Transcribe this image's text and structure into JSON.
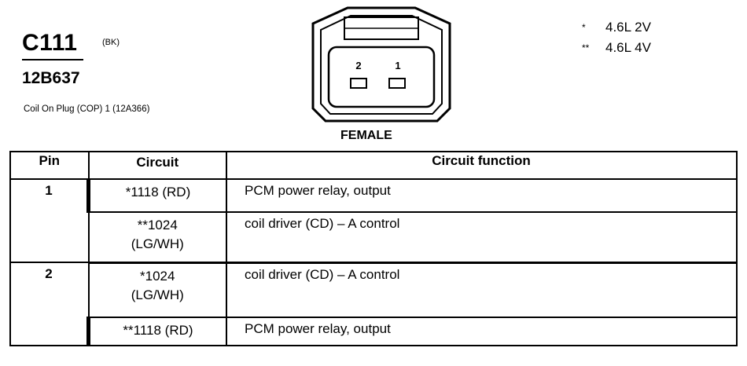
{
  "connector": {
    "id": "C111",
    "color": "(BK)",
    "part_number": "12B637",
    "description": "Coil On Plug (COP) 1 (12A366)",
    "gender_label": "FEMALE",
    "pin_labels": [
      "2",
      "1"
    ]
  },
  "legend": [
    {
      "mark": "*",
      "engine": "4.6L 2V"
    },
    {
      "mark": "**",
      "engine": "4.6L 4V"
    }
  ],
  "table": {
    "headers": [
      "Pin",
      "Circuit",
      "Circuit function"
    ],
    "rows": [
      {
        "pin": "1",
        "circuit_line1": "*1118 (RD)",
        "circuit_line2": "",
        "function": "PCM power relay, output"
      },
      {
        "pin": "",
        "circuit_line1": "**1024",
        "circuit_line2": "(LG/WH)",
        "function": "coil driver (CD) – A control"
      },
      {
        "pin": "2",
        "circuit_line1": "*1024",
        "circuit_line2": "(LG/WH)",
        "function": "coil driver (CD) – A control"
      },
      {
        "pin": "",
        "circuit_line1": "**1118 (RD)",
        "circuit_line2": "",
        "function": "PCM power relay, output"
      }
    ]
  }
}
